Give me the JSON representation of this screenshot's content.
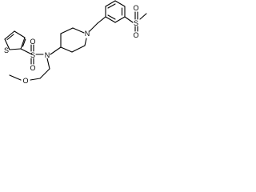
{
  "diagram": {
    "atoms": [
      {
        "id": "s_thiophene",
        "label": "S"
      },
      {
        "id": "s_sulfonyl_left",
        "label": "S"
      },
      {
        "id": "o_sulfonyl_left_top",
        "label": "O"
      },
      {
        "id": "o_sulfonyl_left_bottom",
        "label": "O"
      },
      {
        "id": "n_sulfonamide",
        "label": "N"
      },
      {
        "id": "o_methoxy",
        "label": "O"
      },
      {
        "id": "n_piperidine",
        "label": "N"
      },
      {
        "id": "s_sulfonyl_right",
        "label": "S"
      },
      {
        "id": "o_sulfonyl_right_top",
        "label": "O"
      },
      {
        "id": "o_sulfonyl_right_bottom",
        "label": "O"
      }
    ]
  }
}
